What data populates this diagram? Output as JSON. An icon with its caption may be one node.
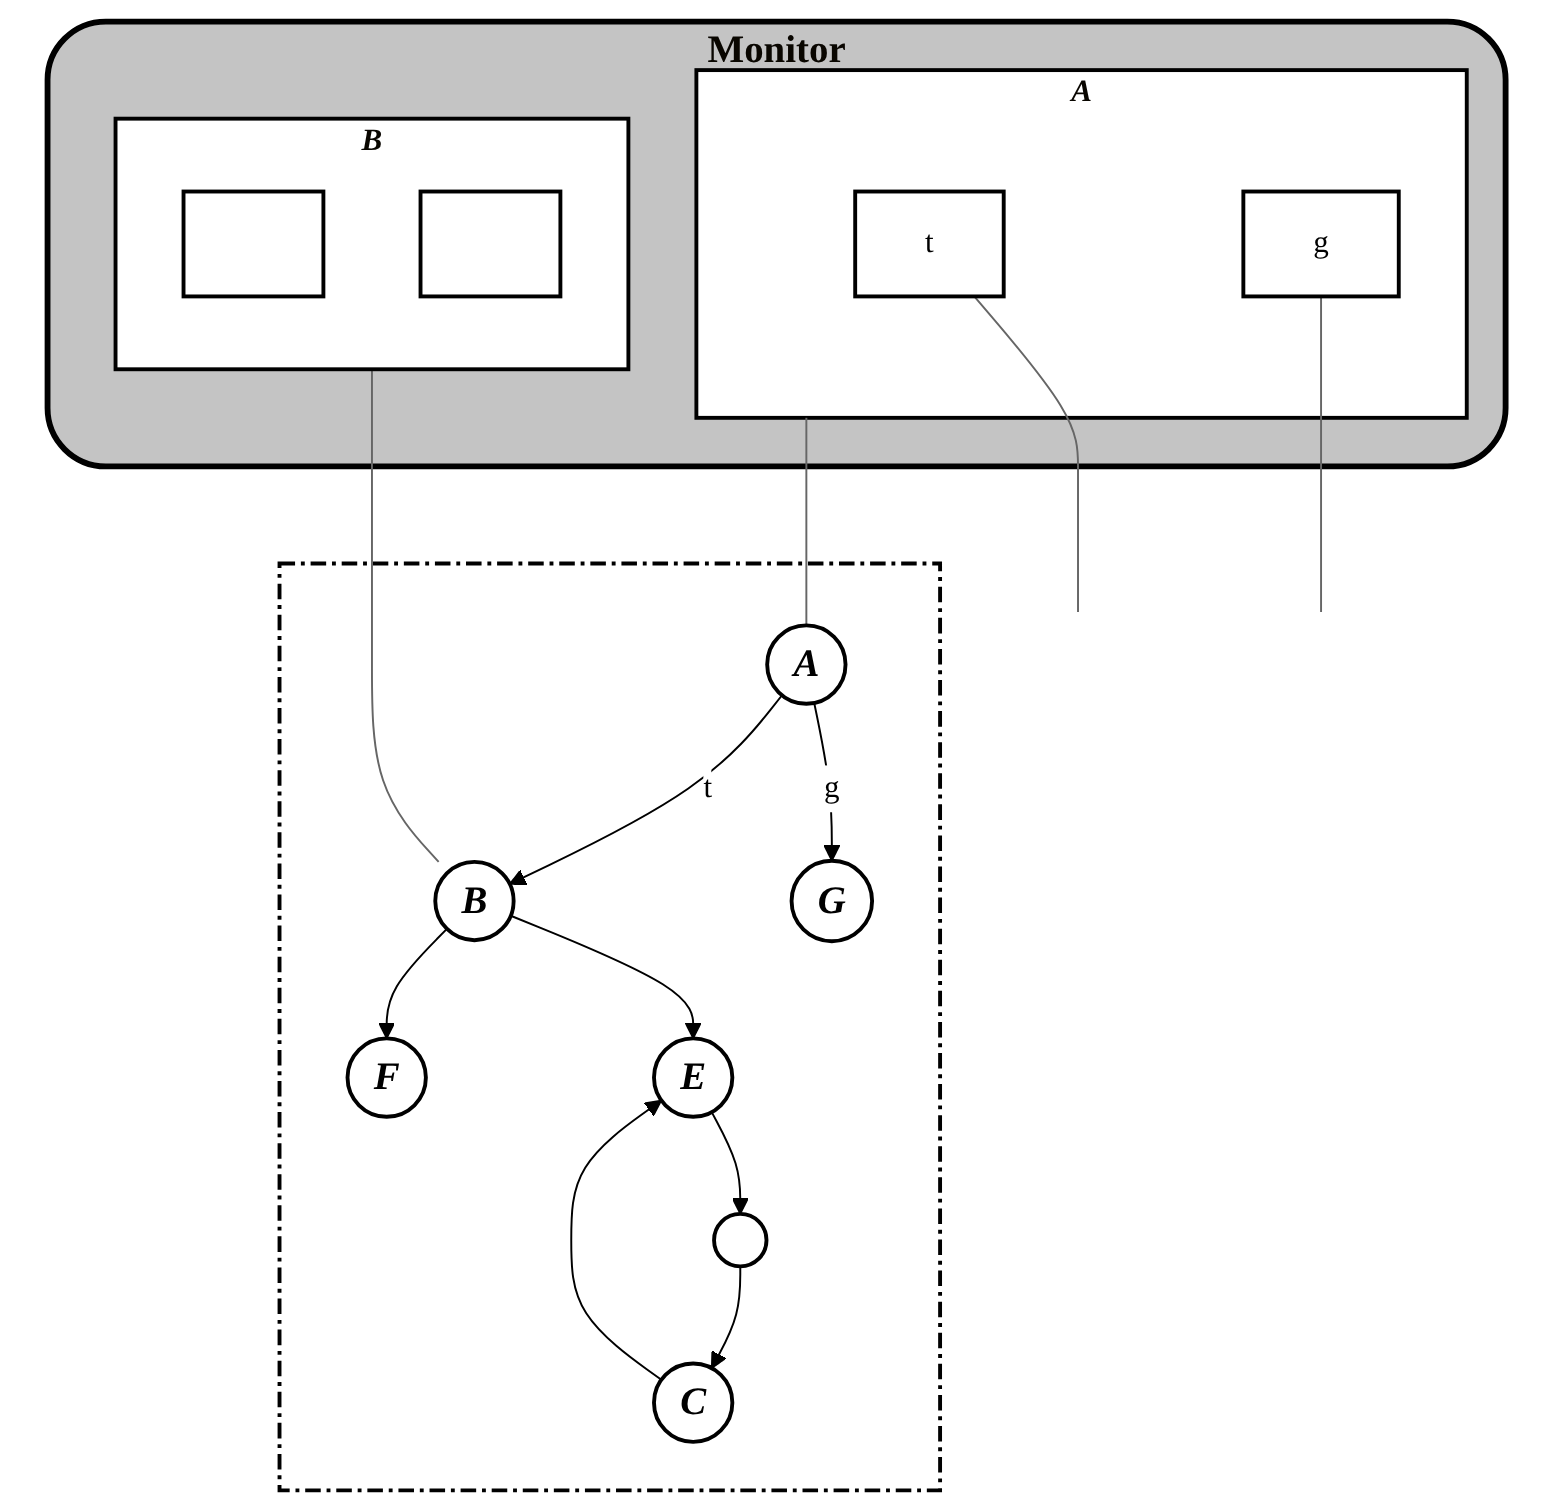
{
  "diagram": {
    "nodes": [
      {
        "text": [
          "Monitor"
        ]
      },
      {
        "text": [
          "A"
        ],
        "in": 0
      },
      {
        "text": [
          "t"
        ],
        "in": 1
      },
      {
        "text": [
          "g"
        ],
        "in": 1
      },
      {
        "text": [
          "B"
        ],
        "in": 0
      },
      {
        "text": [],
        "shape": "box",
        "in": 4
      },
      {
        "text": [],
        "shape": "box",
        "in": 4
      },
      {
        "text": [],
        "shape": "box"
      },
      {
        "text": [
          "A"
        ],
        "in": 7
      },
      {
        "text": [
          "B"
        ],
        "in": 7
      },
      {
        "text": [
          "C"
        ],
        "in": 7
      },
      {
        "text": [
          "G"
        ],
        "in": 7
      },
      {
        "text": [
          "F"
        ],
        "in": 7
      },
      {
        "text": [
          "E"
        ],
        "in": 7
      },
      {
        "text": [],
        "shape": "circle",
        "in": 7
      }
    ],
    "edges": [
      {
        "from": 8,
        "to": 9,
        "arrow": "to",
        "label": "t"
      },
      {
        "from": 8,
        "to": 11,
        "arrow": "to",
        "label": "g"
      },
      {
        "from": 9,
        "to": 12,
        "arrow": "to"
      },
      {
        "from": 9,
        "to": 13,
        "arrow": "to"
      },
      {
        "from": 10,
        "to": 13,
        "arrow": "to"
      },
      {
        "from": 13,
        "to": 14,
        "arrow": "to"
      },
      {
        "from": 14,
        "to": 10,
        "arrow": "to"
      },
      {
        "from": 2,
        "to": null,
        "arrow": "none",
        "color": "#666666"
      },
      {
        "from": 3,
        "to": null,
        "arrow": "none",
        "color": "#666666"
      },
      {
        "from": 1,
        "to": 8,
        "arrow": "none",
        "color": "#666666"
      },
      {
        "from": 4,
        "to": 9,
        "arrow": "none",
        "color": "#666666"
      }
    ]
  }
}
